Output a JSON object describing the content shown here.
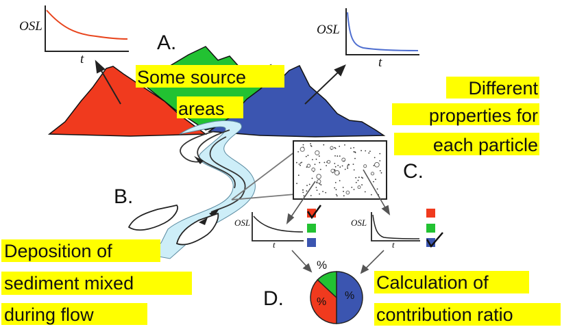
{
  "labels": {
    "a": "A.",
    "b": "B.",
    "c": "C.",
    "d": "D."
  },
  "captions": {
    "source_areas": [
      "Some source",
      "areas"
    ],
    "properties": [
      "Different",
      "properties for",
      "each particle"
    ],
    "deposition": [
      "Deposition of",
      "sediment mixed",
      "during flow"
    ],
    "calculation": [
      "Calculation of",
      "contribution ratio"
    ]
  },
  "plots": {
    "ylabel": "OSL",
    "xlabel": "t"
  },
  "pie": {
    "percent_symbol": "%",
    "slices": [
      {
        "label": "%",
        "fraction": 0.5,
        "color": "#3b55b0"
      },
      {
        "label": "%",
        "fraction": 0.37,
        "color": "#f03a1e"
      },
      {
        "label": "%",
        "fraction": 0.13,
        "color": "#22c232"
      }
    ]
  },
  "colors": {
    "red_area": "#f03a1e",
    "green_area": "#22c232",
    "blue_area": "#3b55b0",
    "river": "#cdeef8",
    "highlight": "#ffff00",
    "curve_red": "#e8441c",
    "curve_blue": "#4f6fd0"
  }
}
